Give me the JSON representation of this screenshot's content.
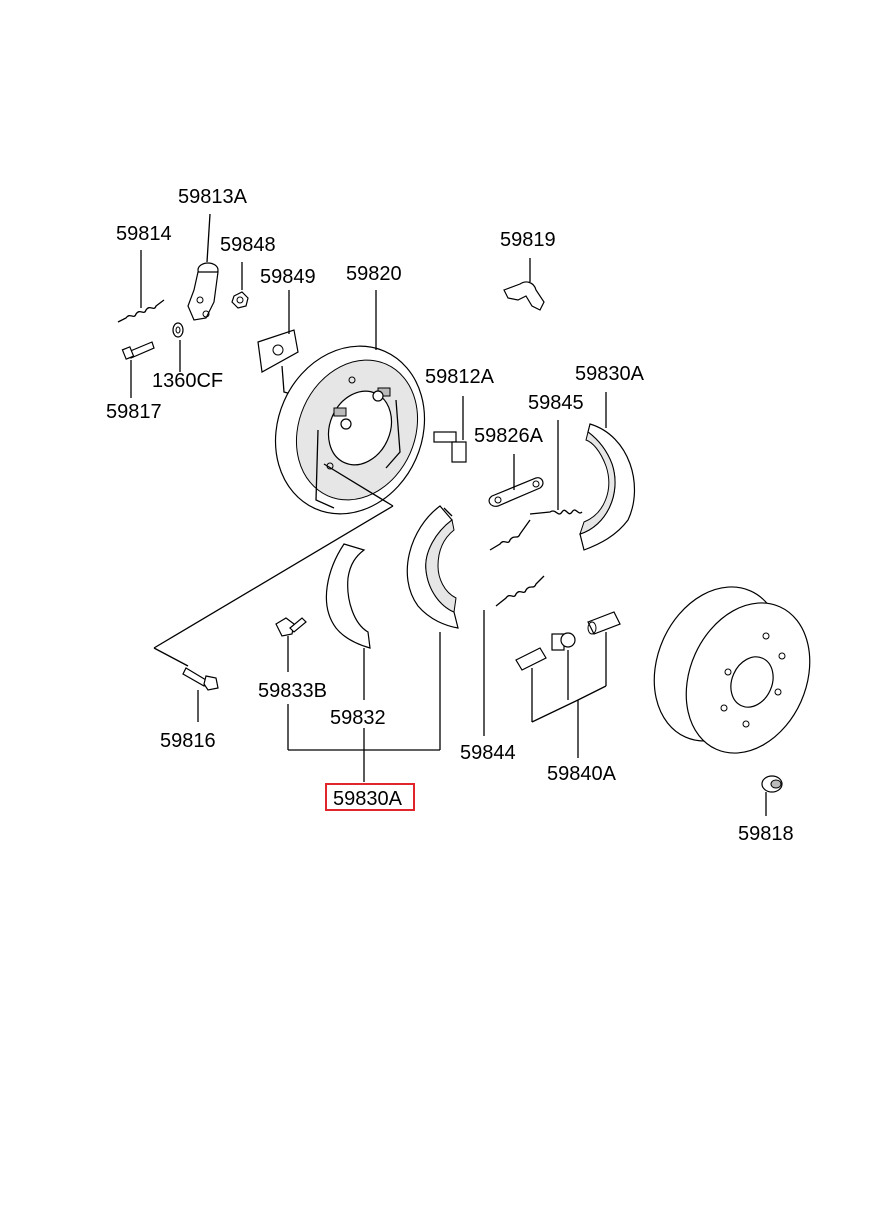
{
  "labels": {
    "p59813A": "59813A",
    "p59814": "59814",
    "p59848": "59848",
    "p59849": "59849",
    "p59820": "59820",
    "p59819": "59819",
    "p1360CF": "1360CF",
    "p59817": "59817",
    "p59812A": "59812A",
    "p59830A_top": "59830A",
    "p59845": "59845",
    "p59826A": "59826A",
    "p59833B": "59833B",
    "p59832": "59832",
    "p59816": "59816",
    "p59844": "59844",
    "p59840A": "59840A",
    "p59818": "59818",
    "p59830A_highlight": "59830A"
  },
  "highlight": {
    "part": "59830A",
    "color": "#e0262b"
  }
}
